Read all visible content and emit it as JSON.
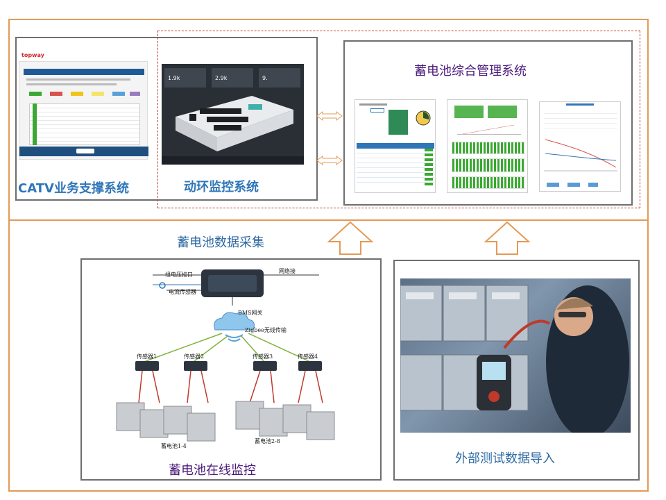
{
  "panels": {
    "catv": {
      "title": "CATV业务支撑系统",
      "logo": "topway"
    },
    "env": {
      "title": "动环监控系统",
      "readouts": [
        "1.9k",
        "2.9k",
        "9."
      ]
    },
    "mgmt": {
      "title": "蓄电池综合管理系统"
    },
    "online": {
      "title": "蓄电池在线监控"
    },
    "external": {
      "title": "外部测试数据导入"
    }
  },
  "collect_label": "蓄电池数据采集",
  "topology": {
    "group_voltage": "组电压接口",
    "network": "网络接",
    "current_sensor": "电流传感器",
    "gateway": "BMS网关",
    "wireless": "Zigbee无线传输",
    "sensors": [
      "传感器1",
      "传感器2",
      "传感器3",
      "传感器4"
    ],
    "battery_a": "蓄电池1-4",
    "battery_b": "蓄电池2-8"
  },
  "colors": {
    "border_orange": "#e39a55",
    "title_blue": "#2f76b8",
    "title_purple": "#4a1a7a",
    "chart_green": "#3aa832"
  }
}
